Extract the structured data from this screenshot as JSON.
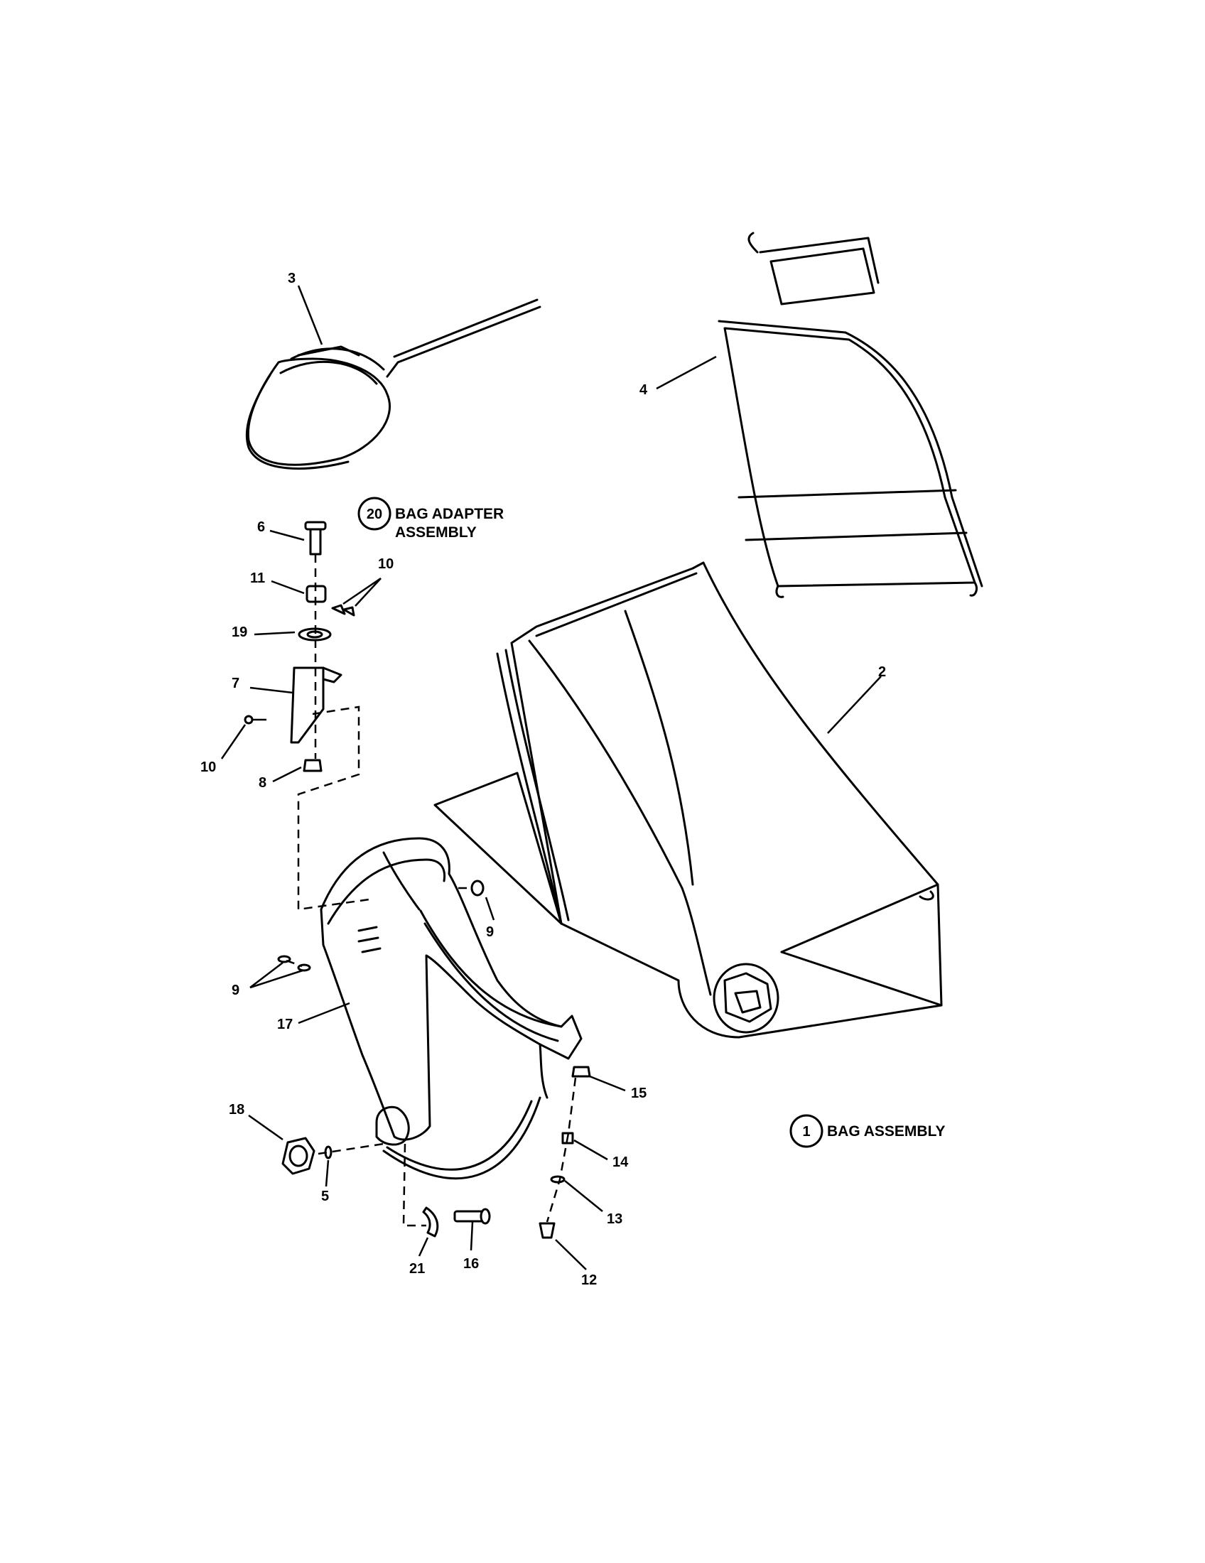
{
  "callouts": {
    "c1": "1",
    "c2": "2",
    "c3": "3",
    "c4": "4",
    "c5": "5",
    "c6": "6",
    "c7": "7",
    "c8": "8",
    "c9a": "9",
    "c9b": "9",
    "c10a": "10",
    "c10b": "10",
    "c11": "11",
    "c12": "12",
    "c13": "13",
    "c14": "14",
    "c15": "15",
    "c16": "16",
    "c17": "17",
    "c18": "18",
    "c19": "19",
    "c20": "20",
    "c21": "21"
  },
  "assemblies": {
    "bag_adapter_line1": "BAG ADAPTER",
    "bag_adapter_line2": "ASSEMBLY",
    "bag_assembly": "BAG ASSEMBLY"
  }
}
